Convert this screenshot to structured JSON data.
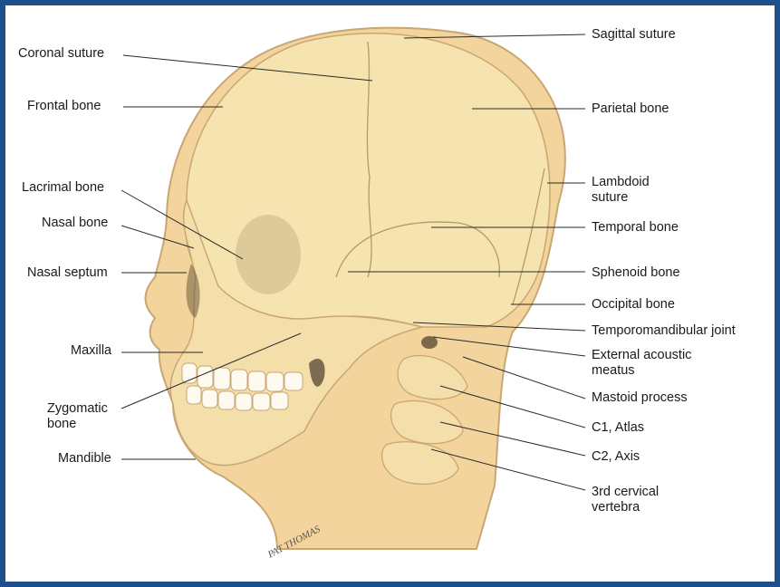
{
  "colors": {
    "frame": "#1f4e8c",
    "bone": "#f6e4b0",
    "skin": "#f3d49c",
    "outline": "#c9a774",
    "leader": "#2a2a2a"
  },
  "labels_left": [
    {
      "id": "coronal",
      "text": "Coronal suture"
    },
    {
      "id": "frontal",
      "text": "Frontal bone"
    },
    {
      "id": "lacrimal",
      "text": "Lacrimal bone"
    },
    {
      "id": "nasal",
      "text": "Nasal bone"
    },
    {
      "id": "septum",
      "text": "Nasal septum"
    },
    {
      "id": "maxilla",
      "text": "Maxilla"
    },
    {
      "id": "zygomatic",
      "text": "Zygomatic bone"
    },
    {
      "id": "mandible",
      "text": "Mandible"
    }
  ],
  "labels_right": [
    {
      "id": "sagittal",
      "text": "Sagittal suture"
    },
    {
      "id": "parietal",
      "text": "Parietal bone"
    },
    {
      "id": "lambdoid",
      "text": "Lambdoid suture"
    },
    {
      "id": "temporal",
      "text": "Temporal bone"
    },
    {
      "id": "sphenoid",
      "text": "Sphenoid bone"
    },
    {
      "id": "occipital",
      "text": "Occipital bone"
    },
    {
      "id": "tmj",
      "text": "Temporomandibular joint"
    },
    {
      "id": "meatus",
      "text": "External acoustic meatus"
    },
    {
      "id": "mastoid",
      "text": "Mastoid process"
    },
    {
      "id": "c1",
      "text": "C1, Atlas"
    },
    {
      "id": "c2",
      "text": "C2, Axis"
    },
    {
      "id": "c3",
      "text": "3rd cervical vertebra"
    }
  ],
  "signature": "PAT THOMAS"
}
